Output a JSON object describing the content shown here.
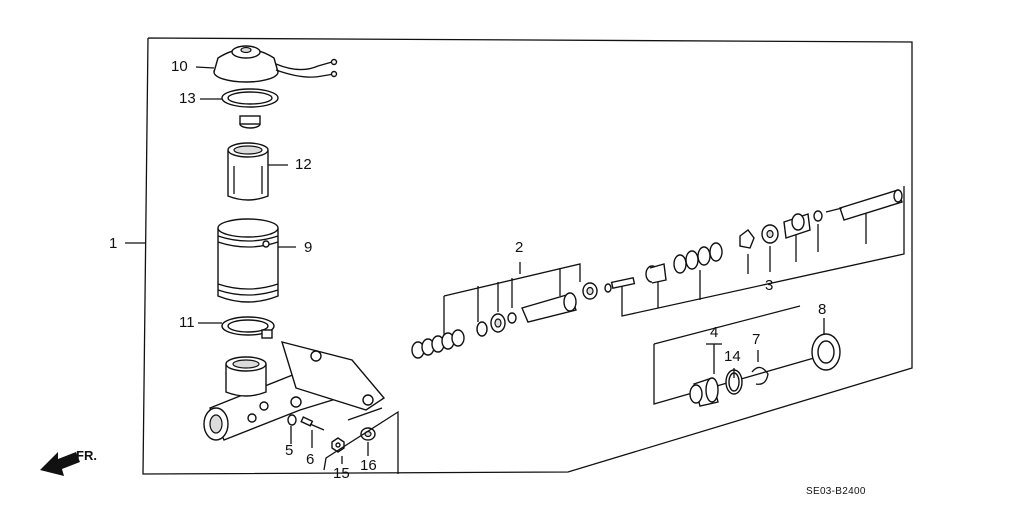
{
  "callouts": [
    "1",
    "2",
    "3",
    "4",
    "5",
    "6",
    "7",
    "8",
    "9",
    "10",
    "11",
    "12",
    "13",
    "14",
    "15",
    "16"
  ],
  "diagram_code": "SE03-B2400",
  "direction_label": "FR.",
  "icons": [
    "front-direction-arrow-icon"
  ]
}
